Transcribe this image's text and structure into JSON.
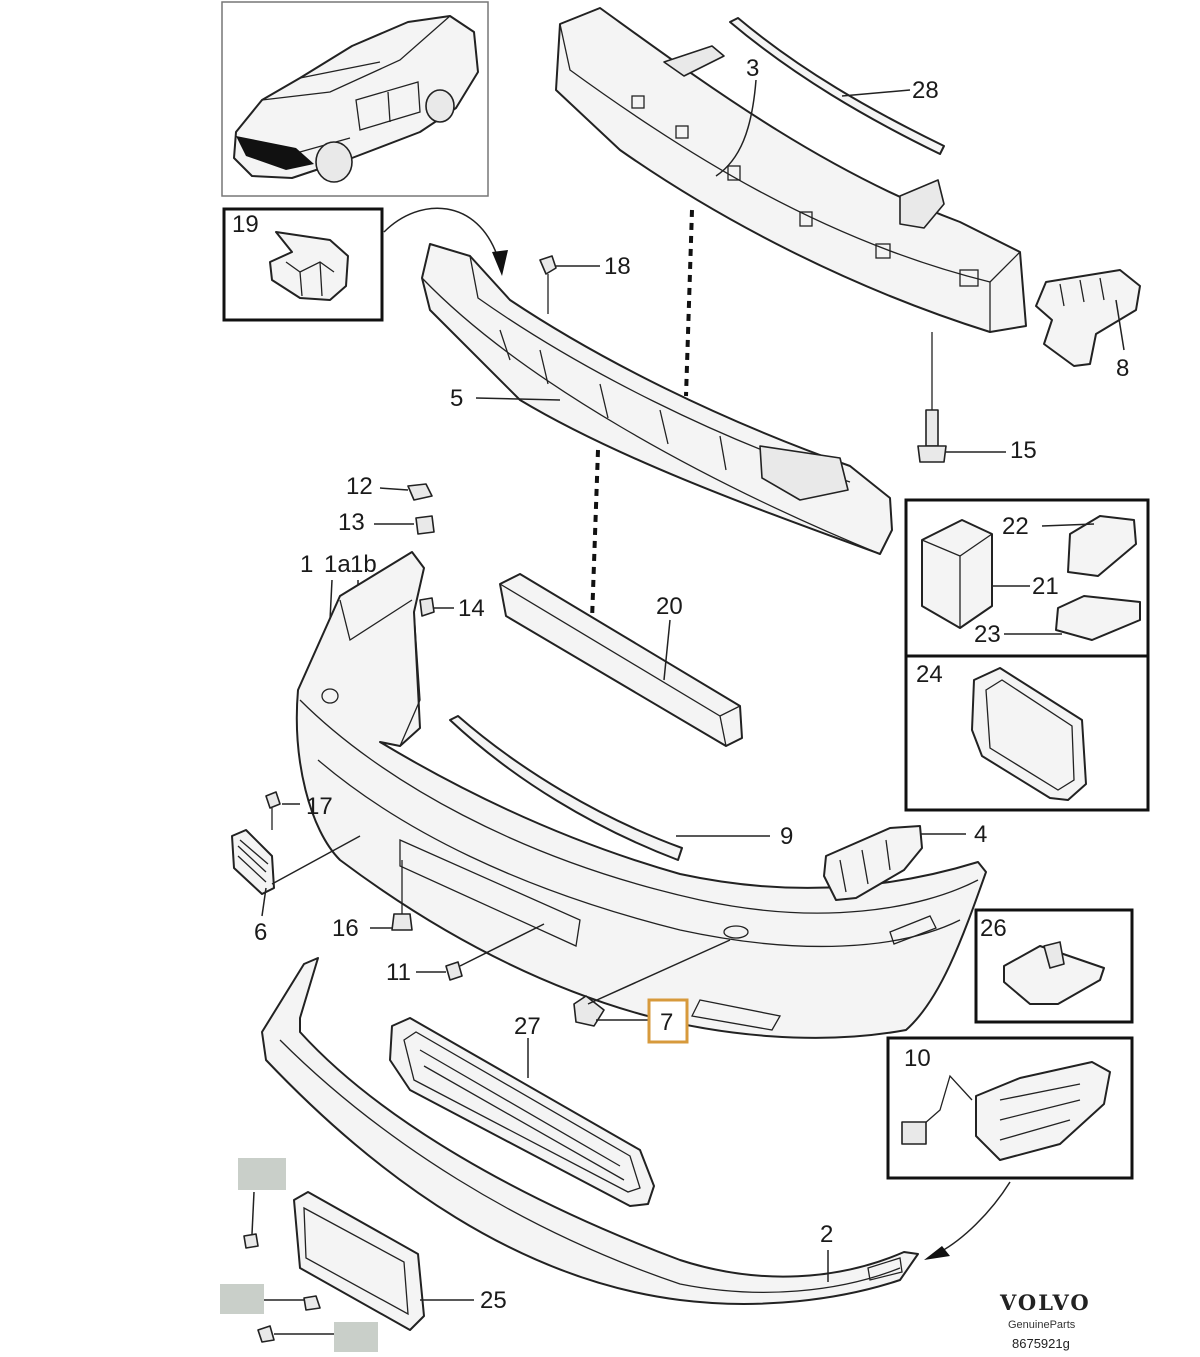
{
  "callouts": {
    "c1": "1",
    "c1a": "1a",
    "c1b": "1b",
    "c2": "2",
    "c3": "3",
    "c4": "4",
    "c5": "5",
    "c6": "6",
    "c7": "7",
    "c8": "8",
    "c9": "9",
    "c10": "10",
    "c11": "11",
    "c12": "12",
    "c13": "13",
    "c14": "14",
    "c15": "15",
    "c16": "16",
    "c17": "17",
    "c18": "18",
    "c19": "19",
    "c20": "20",
    "c21": "21",
    "c22": "22",
    "c23": "23",
    "c24": "24",
    "c25": "25",
    "c26": "26",
    "c27": "27",
    "c28": "28"
  },
  "highlighted_callout": "7",
  "brand": {
    "name": "VOLVO",
    "tagline": "GenuineParts",
    "reference": "8675921g"
  },
  "colors": {
    "highlight": "#d79a3c",
    "placeholder_box": "#c9cfc9"
  }
}
